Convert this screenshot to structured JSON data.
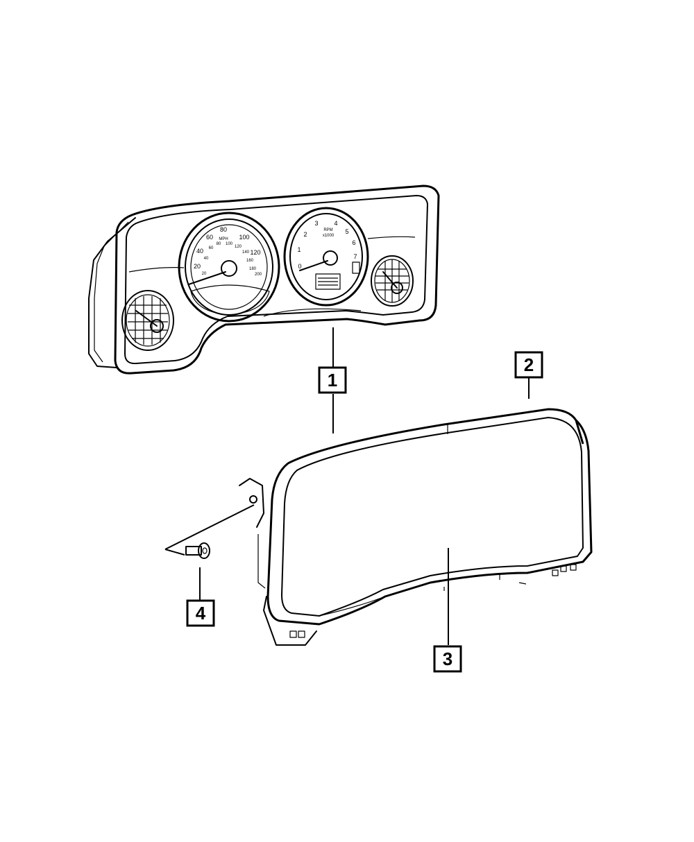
{
  "diagram": {
    "callouts": [
      {
        "id": "1",
        "label": "1"
      },
      {
        "id": "2",
        "label": "2"
      },
      {
        "id": "3",
        "label": "3"
      },
      {
        "id": "4",
        "label": "4"
      }
    ],
    "speedometer": {
      "unit": "MPH",
      "outer_scale": [
        "20",
        "40",
        "60",
        "80",
        "100",
        "120"
      ],
      "inner_scale": [
        "20",
        "40",
        "60",
        "80",
        "100",
        "120",
        "140",
        "160",
        "180",
        "200"
      ]
    },
    "tachometer": {
      "unit": "RPM",
      "sub_unit": "x1000",
      "scale": [
        "0",
        "1",
        "2",
        "3",
        "4",
        "5",
        "6",
        "7"
      ]
    }
  }
}
